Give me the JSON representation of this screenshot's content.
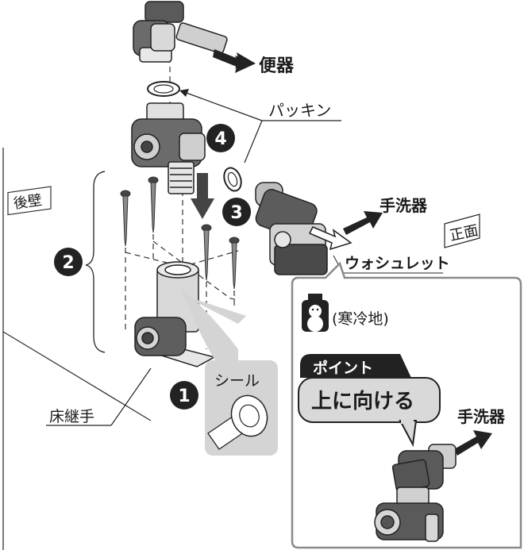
{
  "labels": {
    "benki": "便器",
    "packing": "パッキン",
    "tearai_top": "手洗器",
    "shomen": "正面",
    "washlet": "ウォシュレット",
    "kouheki": "後壁",
    "yuka_tsugite": "床継手",
    "seal": "シール",
    "kanreichi": "(寒冷地)",
    "point": "ポイント",
    "uenimukeru": "上に向ける",
    "tearai_inset": "手洗器"
  },
  "steps": {
    "one": "1",
    "two": "2",
    "three": "3",
    "four": "4"
  },
  "colors": {
    "dark": "#2b2b2b",
    "mid": "#6b6b6b",
    "light": "#cfcfcf",
    "inset_border": "#8a8a8a",
    "bubble_dark": "#222222",
    "bubble_light": "#d9d9d9"
  }
}
